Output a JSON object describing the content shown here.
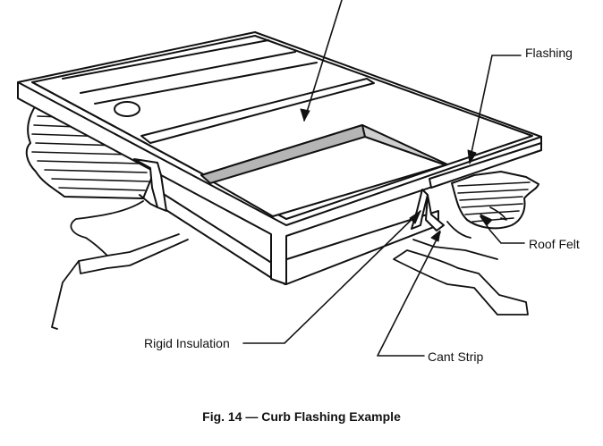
{
  "diagram": {
    "labels": {
      "flashing": "Flashing",
      "roof_felt": "Roof Felt",
      "rigid_insulation": "Rigid Insulation",
      "cant_strip": "Cant Strip"
    },
    "caption": "Fig. 14 — Curb Flashing Example",
    "colors": {
      "line": "#111111",
      "inner_wall": "#b5b5b5",
      "paper": "#ffffff"
    }
  }
}
